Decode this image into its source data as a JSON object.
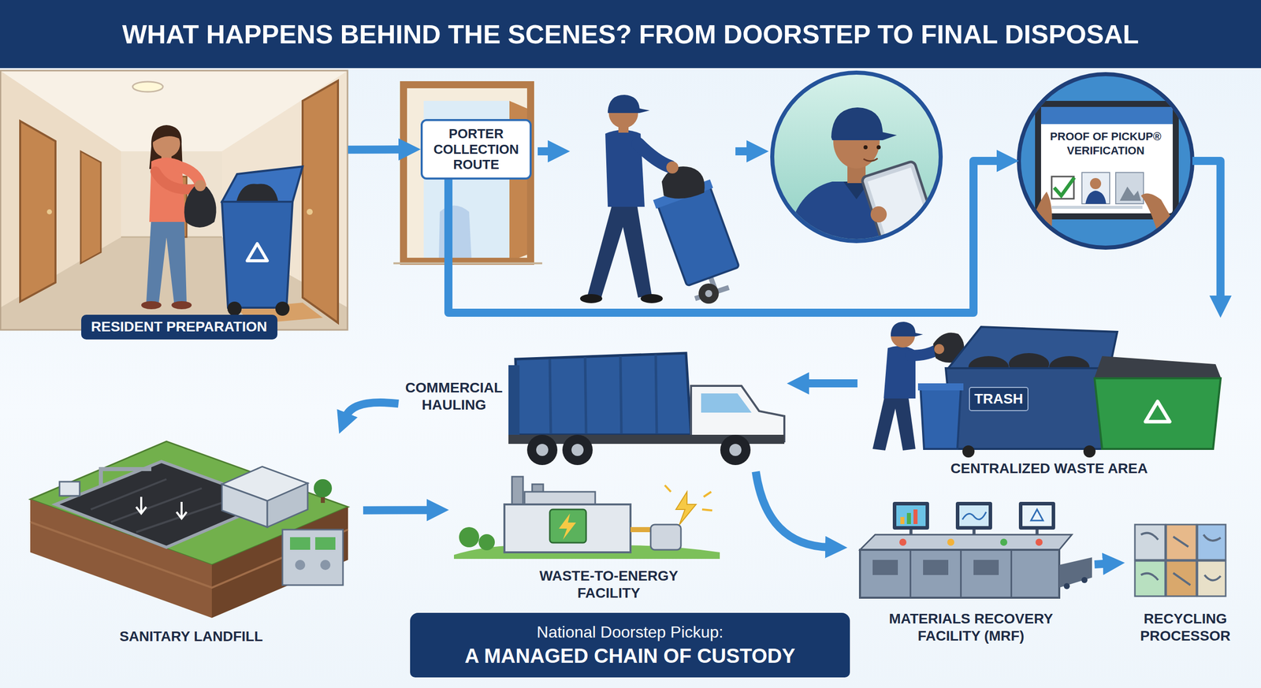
{
  "diagram": {
    "title": "WHAT HAPPENS BEHIND THE SCENES? FROM DOORSTEP TO FINAL DISPOSAL",
    "nodes": [
      {
        "text": [
          "RESIDENT PREPARATION"
        ]
      },
      {
        "text": [
          "PORTER COLLECTION ROUTE"
        ]
      },
      {
        "text": [
          "PROOF OF PICKUP® VERIFICATION"
        ]
      },
      {
        "text": [
          "COMMERCIAL HAULING"
        ]
      },
      {
        "text": [
          "CENTRALIZED WASTE AREA"
        ]
      },
      {
        "text": [
          "SANITARY LANDFILL"
        ]
      },
      {
        "text": [
          "WASTE-TO-ENERGY FACILITY"
        ]
      },
      {
        "text": [
          "National Doorstep Pickup:",
          "A MANAGED CHAIN OF CUSTODY"
        ]
      },
      {
        "text": [
          "MATERIALS RECOVERY FACILITY (MRF)"
        ]
      },
      {
        "text": [
          "RECYCLING PROCESSOR"
        ]
      }
    ],
    "edges": [
      {
        "from": 0,
        "to": 1,
        "arrow": "to"
      },
      {
        "from": 1,
        "to": 2,
        "arrow": "to"
      },
      {
        "from": 2,
        "to": 4,
        "arrow": "to"
      },
      {
        "from": 4,
        "to": 3,
        "arrow": "to"
      },
      {
        "from": 3,
        "to": 5,
        "arrow": "to"
      },
      {
        "from": 3,
        "to": 8,
        "arrow": "to"
      },
      {
        "from": 5,
        "to": 6,
        "arrow": "to"
      },
      {
        "from": 8,
        "to": 9,
        "arrow": "to"
      }
    ],
    "labels": [
      "TRASH"
    ]
  }
}
